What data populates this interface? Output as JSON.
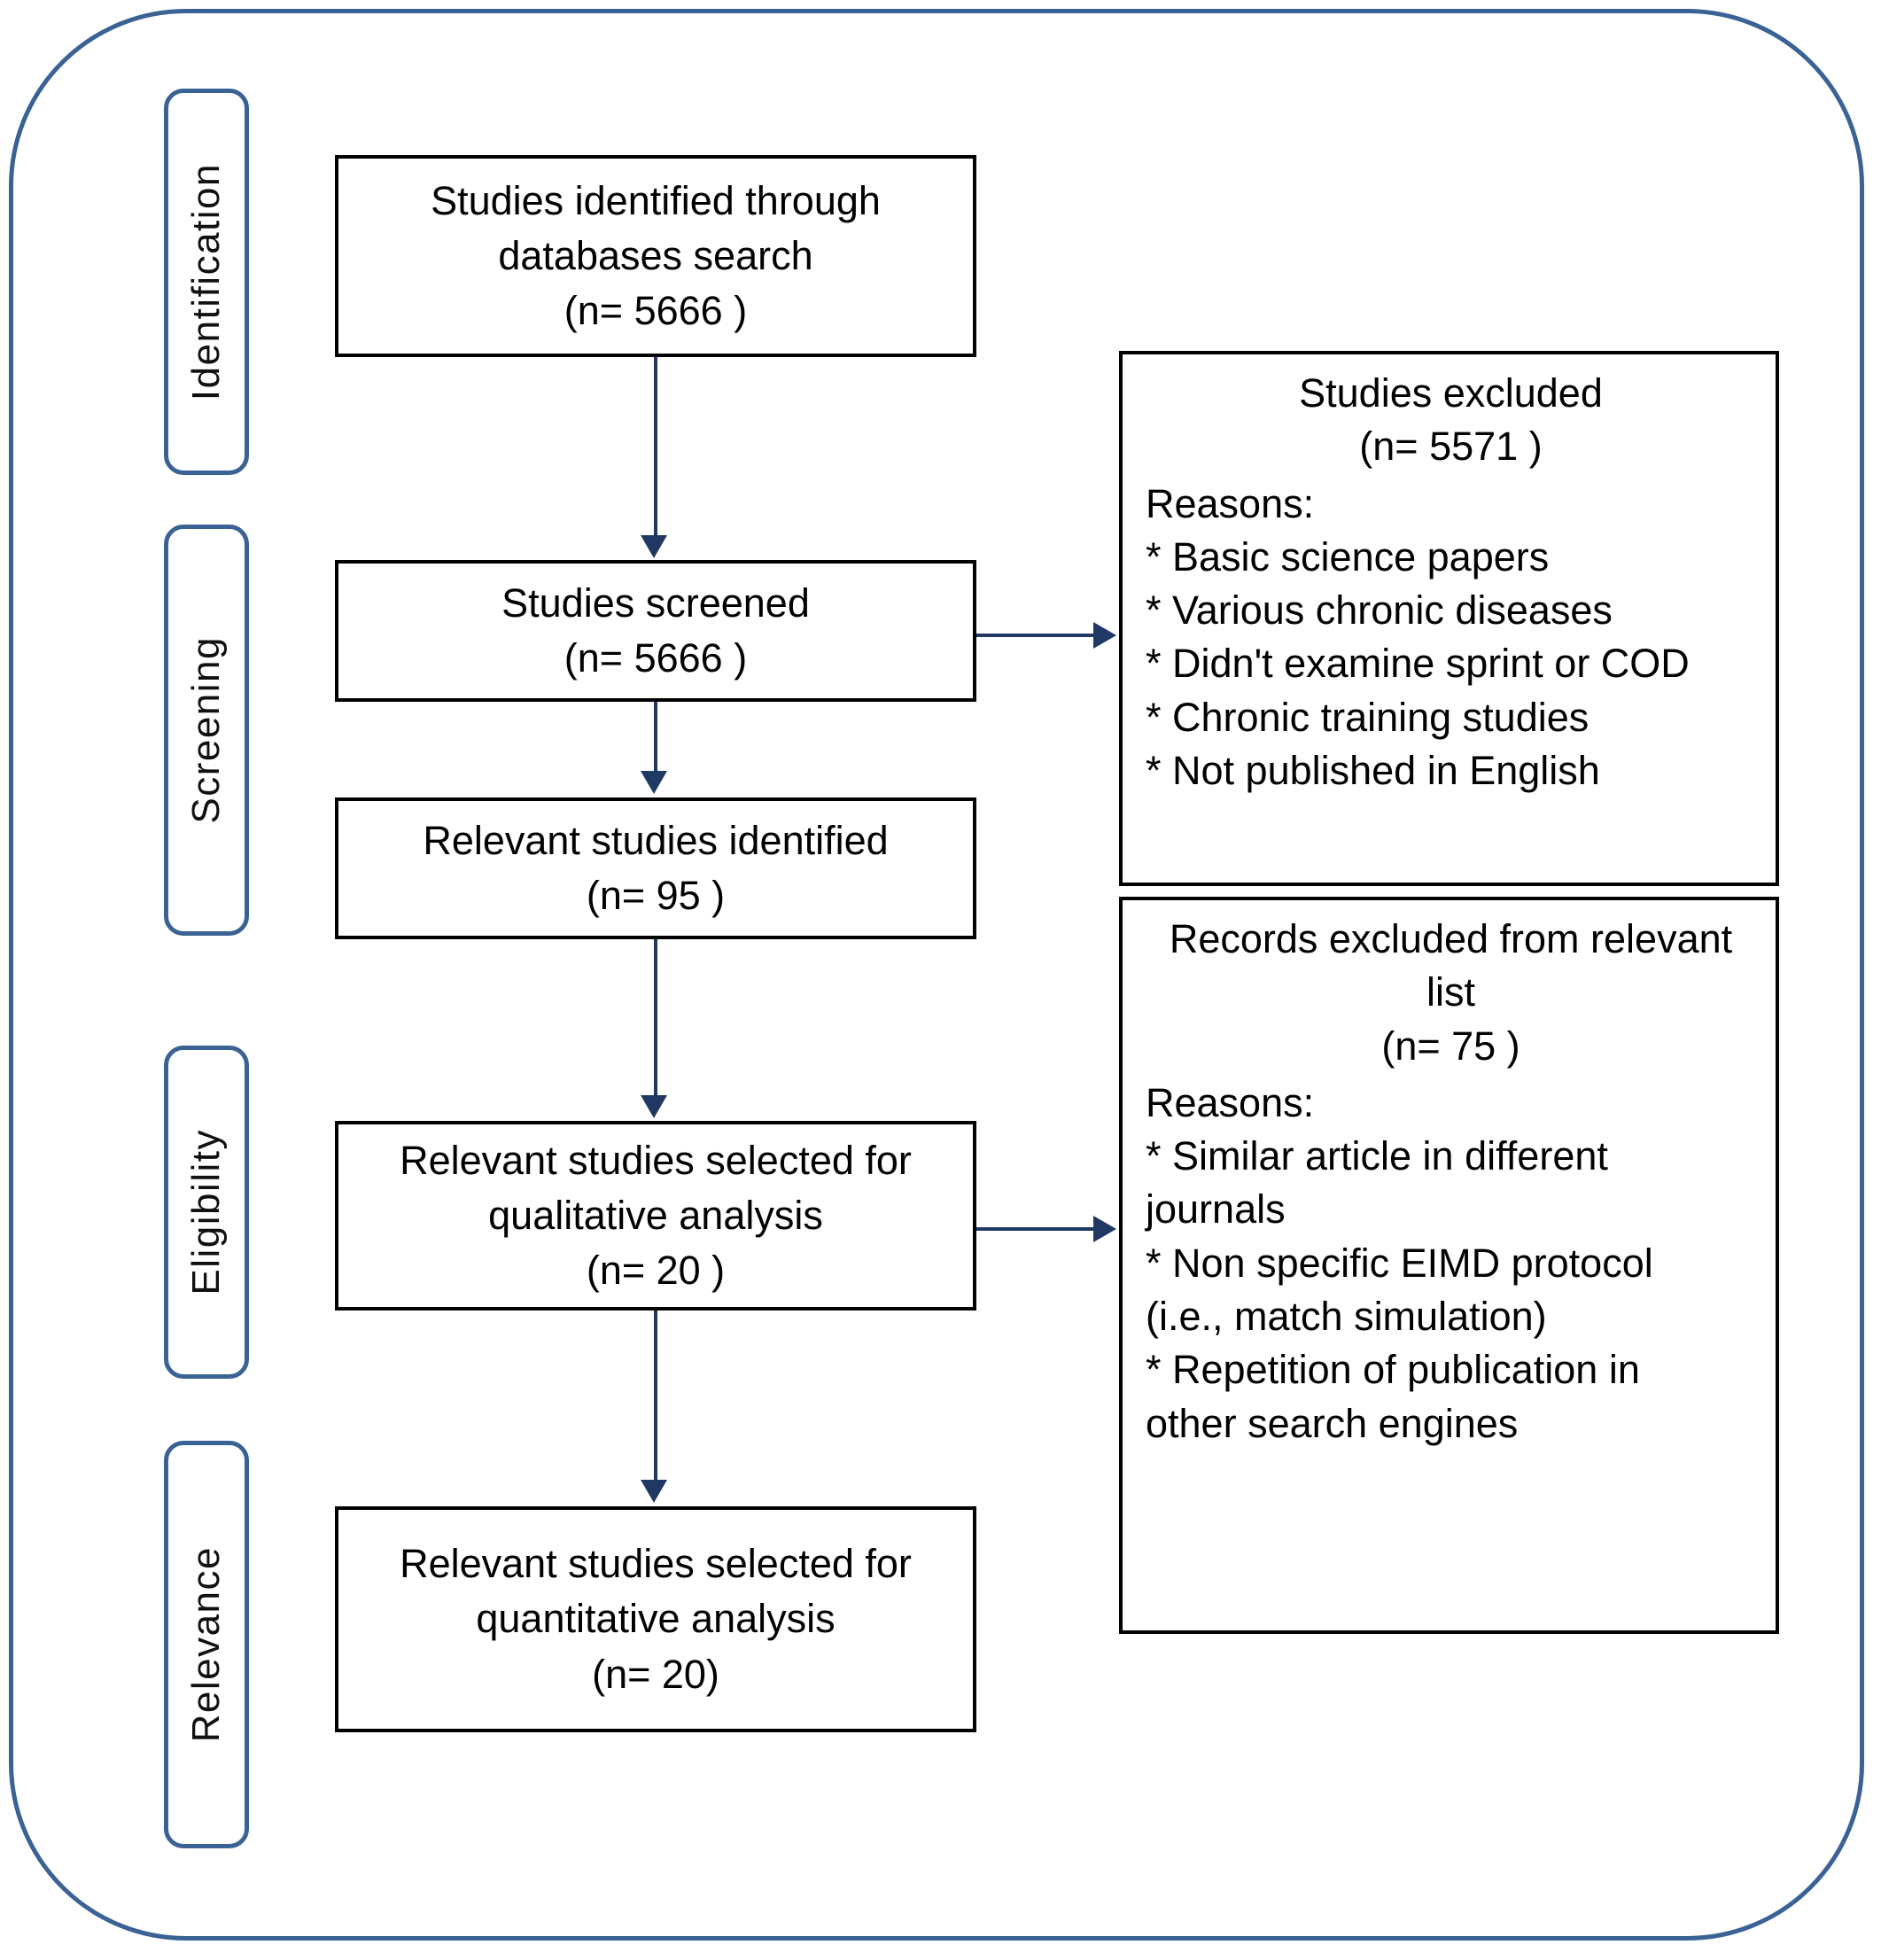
{
  "diagram": {
    "title": "PRISMA study selection flow diagram",
    "colors": {
      "frame_border": "#3A6294",
      "stage_label_border": "#3A6294",
      "box_border": "#000000",
      "connector": "#1F3864",
      "background": "#FFFFFF",
      "text": "#000000"
    },
    "stages": [
      {
        "label": "Identification"
      },
      {
        "label": "Screening"
      },
      {
        "label": "Eligibility"
      },
      {
        "label": "Relevance"
      }
    ],
    "flow_boxes": [
      {
        "name": "identified-box",
        "line1": "Studies identified through",
        "line2": "databases search",
        "line3": "(n= 5666 )"
      },
      {
        "name": "screened-box",
        "line1": "Studies screened",
        "line2": "(n= 5666 )",
        "line3": ""
      },
      {
        "name": "relevant-identified-box",
        "line1": "Relevant studies identified",
        "line2": "(n= 95 )",
        "line3": ""
      },
      {
        "name": "qualitative-box",
        "line1": "Relevant studies selected for",
        "line2": "qualitative analysis",
        "line3": "(n= 20 )"
      },
      {
        "name": "quantitative-box",
        "line1": "Relevant studies selected for",
        "line2": "quantitative analysis",
        "line3": "(n= 20)"
      }
    ],
    "exclusion_boxes": [
      {
        "name": "studies-excluded-box",
        "head_line1": "Studies excluded",
        "head_line2": "(n= 5571 )",
        "reasons_label": "Reasons:",
        "reasons": [
          "* Basic science papers",
          "* Various chronic diseases",
          "* Didn't examine sprint or COD",
          "* Chronic training studies",
          "* Not published in English"
        ]
      },
      {
        "name": "records-excluded-box",
        "head_line1": "Records excluded from relevant",
        "head_line2": "list",
        "head_line3": "(n= 75 )",
        "reasons_label": "Reasons:",
        "reasons": [
          "* Similar article in different",
          "journals",
          "*  Non specific EIMD protocol",
          "(i.e., match simulation)",
          "* Repetition of publication in",
          "other search engines"
        ]
      }
    ]
  }
}
